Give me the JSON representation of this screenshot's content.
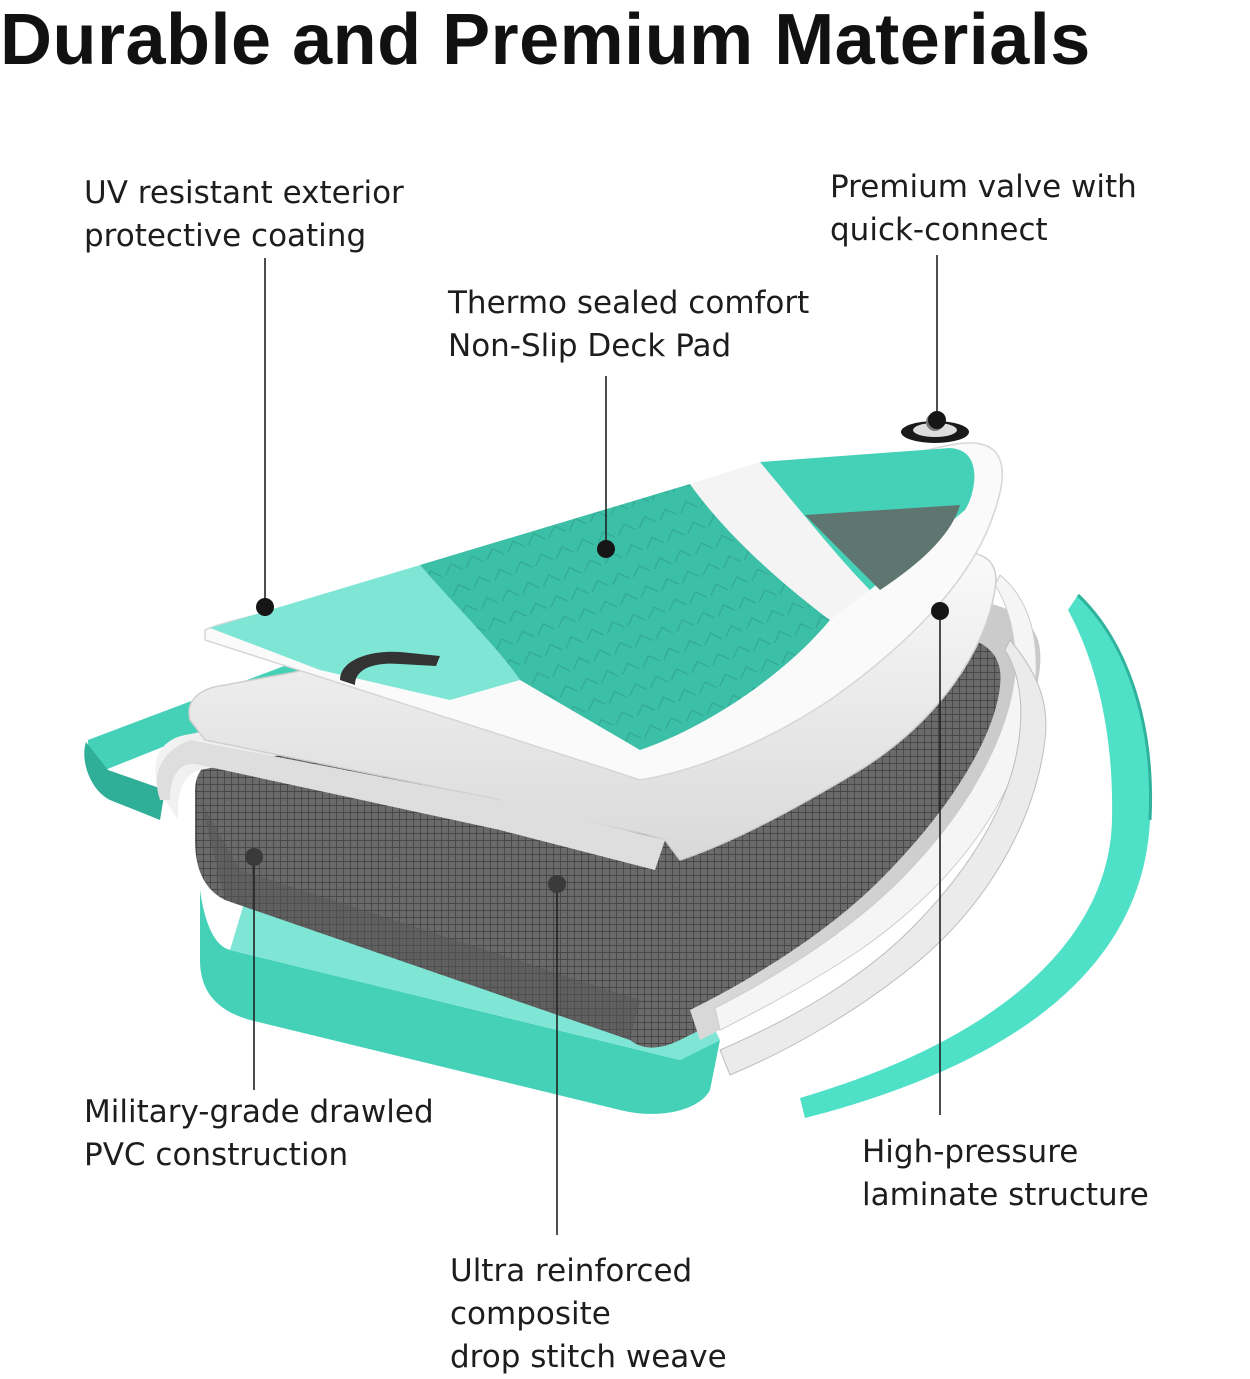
{
  "title": "Durable and Premium Materials",
  "labels": {
    "uv_coating": "UV resistant exterior\nprotective coating",
    "valve": "Premium valve with\nquick-connect",
    "deck_pad": "Thermo sealed comfort\nNon-Slip Deck Pad",
    "pvc": "Military-grade drawled\nPVC construction",
    "laminate": "High-pressure\nlaminate structure",
    "drop_stitch": "Ultra reinforced\ncomposite\ndrop stitch weave"
  },
  "colors": {
    "mint": "#45d1b8",
    "mint_light": "#7fe6d6",
    "mint_deck": "#3bbfa6",
    "gray_pad": "#5f7570",
    "shell": "#eeeeee",
    "mesh": "#5a5a5a",
    "text": "#1d1d1d"
  }
}
